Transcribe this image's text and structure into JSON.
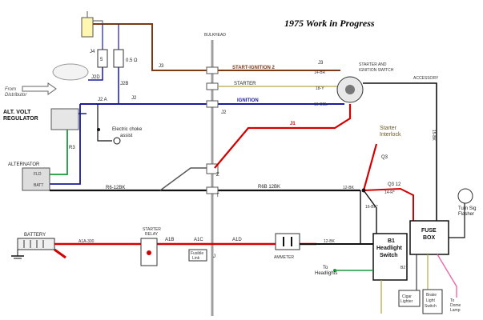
{
  "title": "1975 Work in Progress",
  "labels": {
    "from_distributor": "From\nDistributor",
    "alt_volt_regulator": "ALT. VOLT\nREGULATOR",
    "alternator": "ALTERNATOR",
    "fld": "FLD",
    "batt": "BATT",
    "electric_choke": "Electric choke\nassist",
    "bulkhead": "BULKHEAD",
    "start_ignition_2": "START-IGNITION 2",
    "starter": "STARTER",
    "ignition": "IGNITION",
    "starter_ignition_switch": "STARTER AND\nIGNITION SWITCH",
    "accessory": "ACCESSORY",
    "starter_interlock": "Starter\nInterlock",
    "r6b_12bk": "R6B 12BK",
    "r6_12bk": "R6-12BK",
    "battery": "BATTERY",
    "starter_relay": "STARTER\nRELAY",
    "fusible_link": "Fusible\nLink",
    "ammeter": "AMMETER",
    "headlight_switch": "B1\nHeadlight\nSwitch",
    "fuse_box": "FUSE\nBOX",
    "turn_sig_flasher": "Turn Sig\nFlasher",
    "to_headlights": "To\nHeadlights",
    "cigar_lighter": "Cigar\nLighter",
    "brake_light_switch": "Brake\nLight\nSwitch",
    "to_dome_lamp": "To\nDome\nLamp",
    "j1": "J1",
    "j2": "J2",
    "j2a": "J2 A",
    "j2b": "J2B",
    "j2d": "J2D",
    "j3": "J3",
    "j4": "J4",
    "five": "5",
    "half_ohm": "0.5 Ω",
    "r3": "R3",
    "q3": "Q3",
    "q3_12": "Q3 12",
    "a1a": "A1A-300",
    "a1b": "A1B",
    "a1c": "A1C",
    "a1d": "A1D",
    "j": "J",
    "n14br": "14-BR",
    "n18y": "18-Y",
    "n16dbl": "16-DBL",
    "n15bk": "15-BK",
    "n12bk": "12-BK",
    "n12bk_b": "12-BK",
    "n16bk": "16-BK*",
    "n14r": "14-R*",
    "b2": "B2",
    "z": "Z",
    "tt": "T"
  },
  "colors": {
    "brown": "#7a3b14",
    "blue": "#1a1a9a",
    "red": "#d40000",
    "black": "#111111",
    "green": "#1a9a3a",
    "gray": "#888888",
    "pink": "#e86aa8",
    "olive": "#6b5a1e"
  }
}
